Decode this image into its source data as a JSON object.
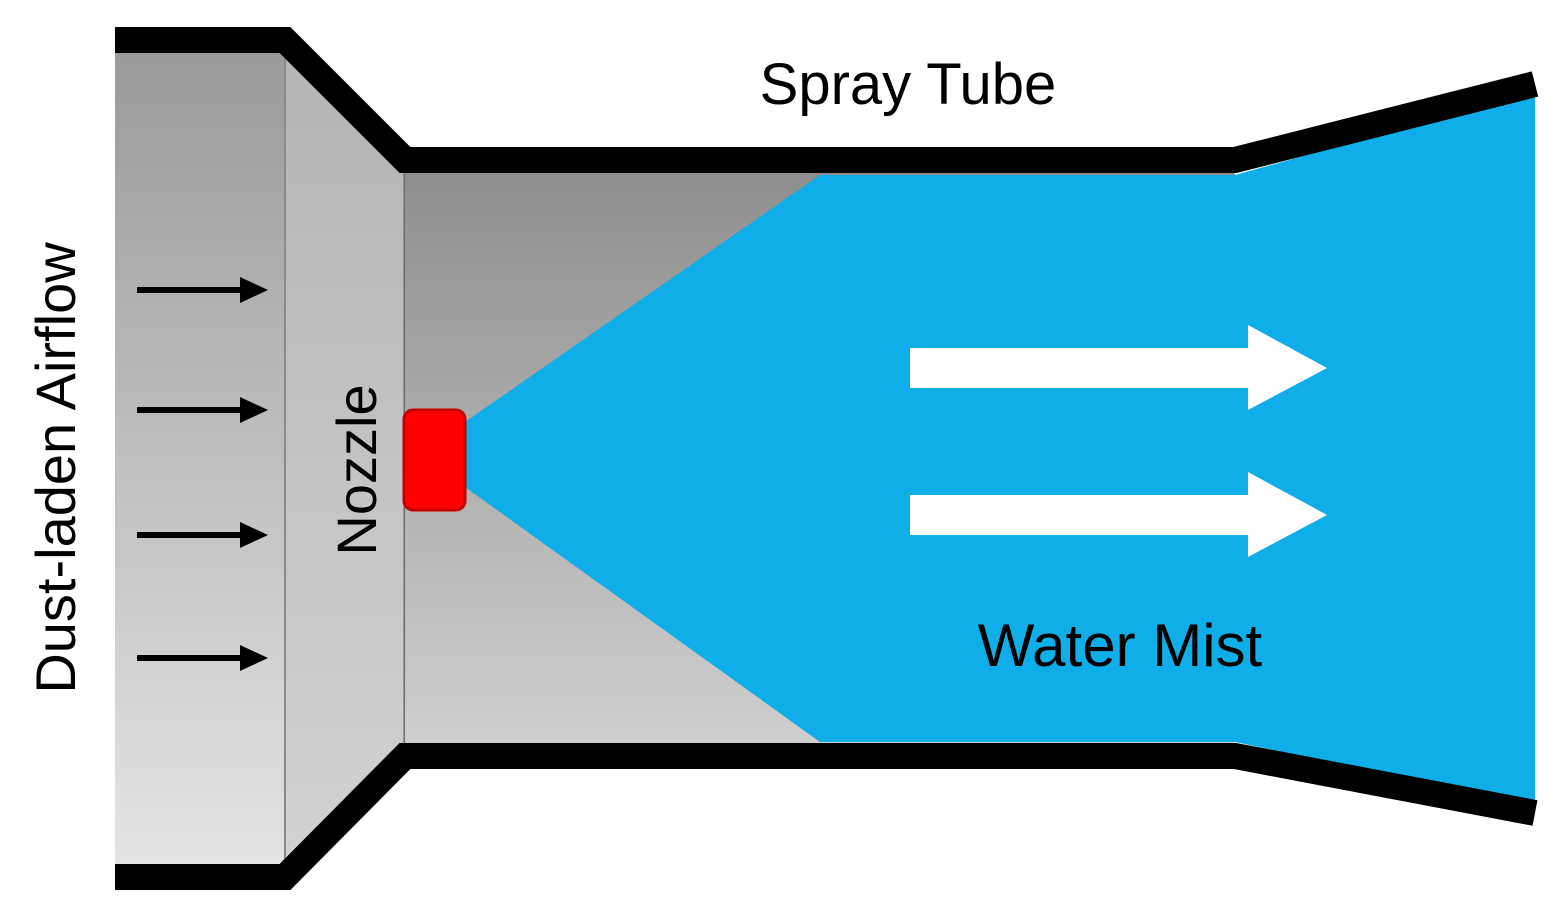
{
  "labels": {
    "inlet": "Dust-laden Airflow",
    "nozzle": "Nozzle",
    "tube": "Spray Tube",
    "mist": "Water Mist"
  },
  "colors": {
    "wall": "#000000",
    "mist": "#10aee8",
    "nozzle": "#ff0000",
    "chamber_gray": "#a9a9a9",
    "inlet_gray": "#bdbdbd",
    "flow_arrow_dark": "#000000",
    "flow_arrow_light": "#ffffff"
  },
  "icons": {
    "inlet_arrows": "arrow-right-icon",
    "mist_arrows": "block-arrow-right-icon"
  }
}
